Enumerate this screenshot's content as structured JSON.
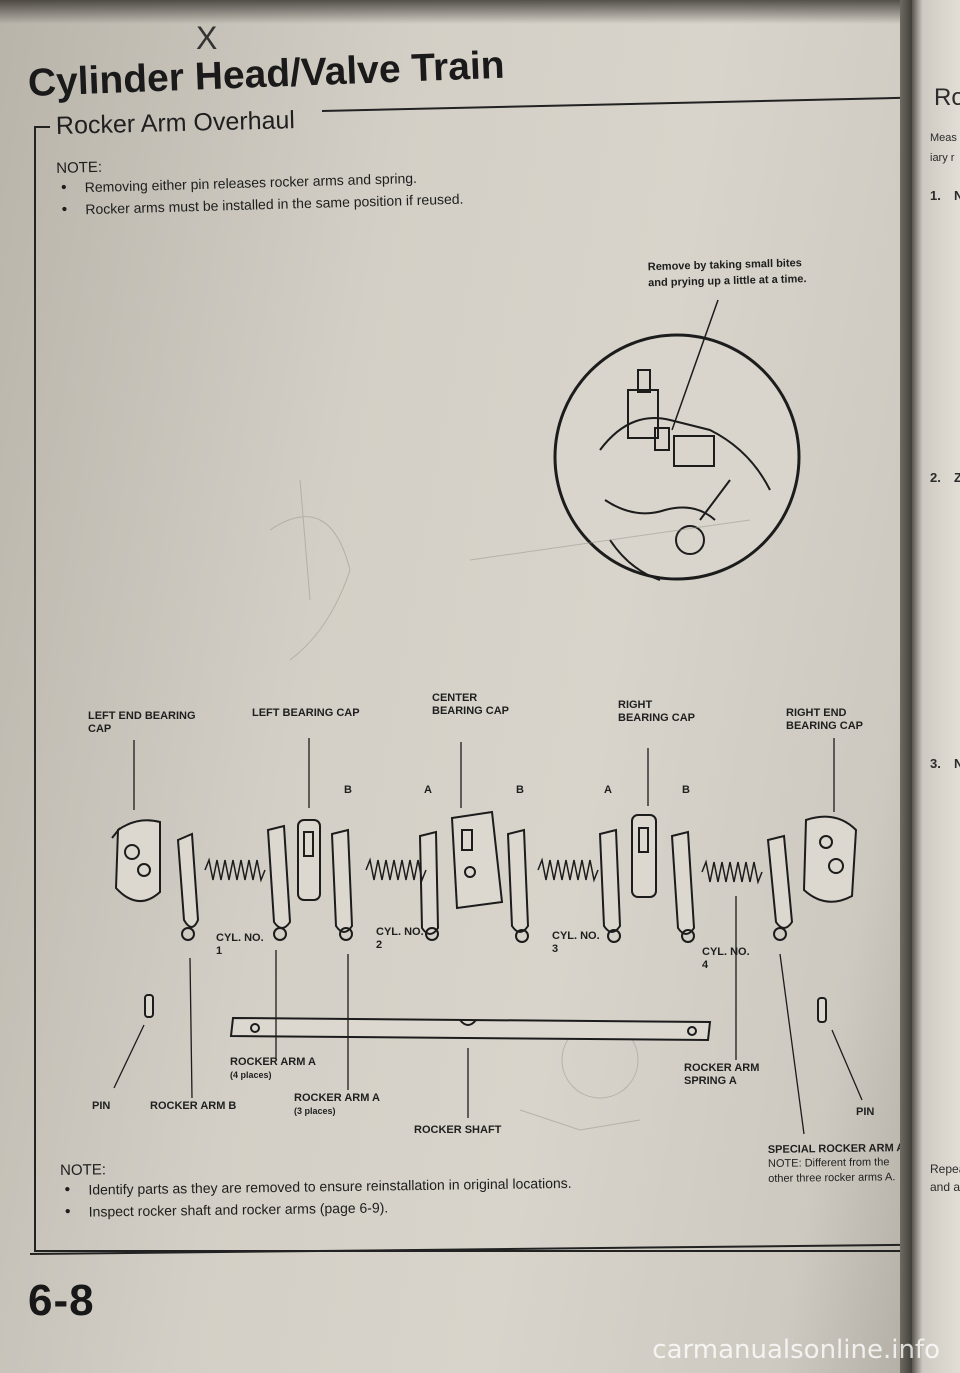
{
  "header": {
    "title": "Cylinder Head/Valve Train",
    "subtitle": "Rocker Arm Overhaul",
    "mark": "X"
  },
  "note_top": {
    "heading": "NOTE:",
    "items": [
      "Removing either pin releases rocker arms and spring.",
      "Rocker arms must be installed in the same position if reused."
    ]
  },
  "callout_top": "Remove by taking small bites and prying up a little at a time.",
  "labels": {
    "left_end_cap": "LEFT END BEARING CAP",
    "left_bearing_cap": "LEFT BEARING CAP",
    "center_cap": "CENTER BEARING CAP",
    "right_bearing_cap": "RIGHT BEARING CAP",
    "right_end_cap": "RIGHT END BEARING CAP",
    "cyl1": "CYL. No. 1",
    "cyl2": "CYL. No. 2",
    "cyl3": "CYL. No. 3",
    "cyl4": "CYL. No. 4",
    "a1": "A",
    "a2": "A",
    "b1": "B",
    "b2": "B",
    "b3": "B",
    "pin_left": "PIN",
    "pin_right": "PIN",
    "rocker_arm_b": "ROCKER ARM B",
    "rocker_arm_a4": "ROCKER ARM A",
    "rocker_arm_a4_qty": "(4 places)",
    "rocker_arm_a3": "ROCKER ARM A",
    "rocker_arm_a3_qty": "(3 places)",
    "rocker_shaft": "ROCKER SHAFT",
    "spring": "ROCKER ARM SPRING A",
    "special": "SPECIAL ROCKER ARM A",
    "special_note": "NOTE: Different from the other three rocker arms A."
  },
  "note_bottom": {
    "heading": "NOTE:",
    "items": [
      "Identify parts as they are removed to ensure reinstallation in original locations.",
      "Inspect rocker shaft and rocker arms (page 6-9)."
    ]
  },
  "page_number": "6-8",
  "next_page": {
    "title": "Ro",
    "line1": "Meas",
    "line2": "iary r",
    "step1": "1.",
    "step1b": "N",
    "step2": "2.",
    "step2b": "Z",
    "step3": "3.",
    "step3b": "N",
    "bottom1": "Repea",
    "bottom2": "and al"
  },
  "watermark": "carmanualsonline.info"
}
